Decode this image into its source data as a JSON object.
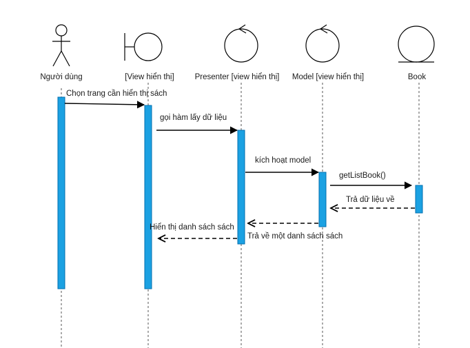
{
  "participants": [
    {
      "id": "user",
      "label": "Người dùng",
      "kind": "actor"
    },
    {
      "id": "view",
      "label": "[View hiển thị]",
      "kind": "boundary"
    },
    {
      "id": "presenter",
      "label": "Presenter [view hiển thị]",
      "kind": "control"
    },
    {
      "id": "model",
      "label": "Model [view hiển thị]",
      "kind": "control"
    },
    {
      "id": "book",
      "label": "Book",
      "kind": "entity"
    }
  ],
  "messages": [
    {
      "id": "m1",
      "label": "Chọn trang cần hiển thị sách",
      "from": "user",
      "to": "view",
      "style": "sync"
    },
    {
      "id": "m2",
      "label": "gọi hàm lấy dữ liệu",
      "from": "view",
      "to": "presenter",
      "style": "sync"
    },
    {
      "id": "m3",
      "label": "kích hoạt model",
      "from": "presenter",
      "to": "model",
      "style": "sync"
    },
    {
      "id": "m4",
      "label": "getListBook()",
      "from": "model",
      "to": "book",
      "style": "sync"
    },
    {
      "id": "m5",
      "label": "Trả dữ liệu về",
      "from": "book",
      "to": "model",
      "style": "return"
    },
    {
      "id": "m6",
      "label": "Trả về một danh sách sách",
      "from": "model",
      "to": "presenter",
      "style": "return"
    },
    {
      "id": "m7",
      "label": "Hiển thị danh sách sách",
      "from": "presenter",
      "to": "view",
      "style": "return"
    }
  ],
  "colors": {
    "activation_fill": "#1ba1e2",
    "activation_stroke": "#006eaf",
    "line": "#000000",
    "lifeline": "#555555"
  }
}
